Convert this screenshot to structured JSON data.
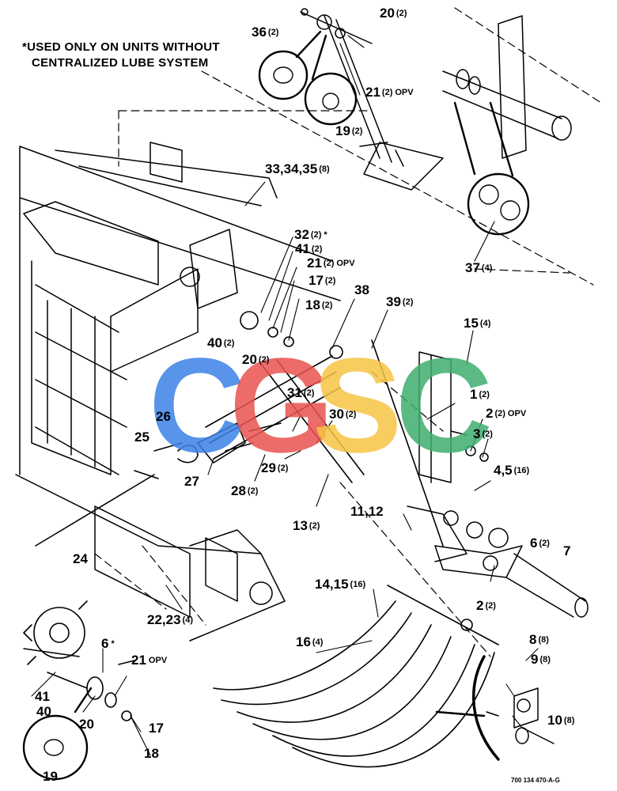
{
  "note": {
    "line1": "*USED ONLY ON UNITS WITHOUT",
    "line2": "CENTRALIZED LUBE SYSTEM"
  },
  "callouts": [
    {
      "id": "c20a",
      "text": "20",
      "qty": "(2)",
      "suffix": ""
    },
    {
      "id": "c36",
      "text": "36",
      "qty": "(2)",
      "suffix": ""
    },
    {
      "id": "c21a",
      "text": "21",
      "qty": "(2)",
      "suffix": "OPV"
    },
    {
      "id": "c19a",
      "text": "19",
      "qty": "(2)",
      "suffix": ""
    },
    {
      "id": "c33",
      "text": "33,34,35",
      "qty": "(8)",
      "suffix": ""
    },
    {
      "id": "c32",
      "text": "32",
      "qty": "(2)",
      "suffix": "*"
    },
    {
      "id": "c41a",
      "text": "41",
      "qty": "(2)",
      "suffix": ""
    },
    {
      "id": "c21b",
      "text": "21",
      "qty": "(2)",
      "suffix": "OPV"
    },
    {
      "id": "c17a",
      "text": "17",
      "qty": "(2)",
      "suffix": ""
    },
    {
      "id": "c37",
      "text": "37",
      "qty": "(4)",
      "suffix": ""
    },
    {
      "id": "c18a",
      "text": "18",
      "qty": "(2)",
      "suffix": ""
    },
    {
      "id": "c38",
      "text": "38",
      "qty": "",
      "suffix": ""
    },
    {
      "id": "c39",
      "text": "39",
      "qty": "(2)",
      "suffix": ""
    },
    {
      "id": "c15",
      "text": "15",
      "qty": "(4)",
      "suffix": ""
    },
    {
      "id": "c40a",
      "text": "40",
      "qty": "(2)",
      "suffix": ""
    },
    {
      "id": "c20b",
      "text": "20",
      "qty": "(2)",
      "suffix": ""
    },
    {
      "id": "c1",
      "text": "1",
      "qty": "(2)",
      "suffix": ""
    },
    {
      "id": "c31",
      "text": "31",
      "qty": "(2)",
      "suffix": ""
    },
    {
      "id": "c26",
      "text": "26",
      "qty": "",
      "suffix": ""
    },
    {
      "id": "c30",
      "text": "30",
      "qty": "(2)",
      "suffix": ""
    },
    {
      "id": "c2a",
      "text": "2",
      "qty": "(2)",
      "suffix": "OPV"
    },
    {
      "id": "c25",
      "text": "25",
      "qty": "",
      "suffix": ""
    },
    {
      "id": "c3",
      "text": "3",
      "qty": "(2)",
      "suffix": ""
    },
    {
      "id": "c29",
      "text": "29",
      "qty": "(2)",
      "suffix": ""
    },
    {
      "id": "c45",
      "text": "4,5",
      "qty": "(16)",
      "suffix": ""
    },
    {
      "id": "c27",
      "text": "27",
      "qty": "",
      "suffix": ""
    },
    {
      "id": "c28",
      "text": "28",
      "qty": "(2)",
      "suffix": ""
    },
    {
      "id": "c13",
      "text": "13",
      "qty": "(2)",
      "suffix": ""
    },
    {
      "id": "c1112",
      "text": "11,12",
      "qty": "",
      "suffix": ""
    },
    {
      "id": "c6a",
      "text": "6",
      "qty": "(2)",
      "suffix": ""
    },
    {
      "id": "c7",
      "text": "7",
      "qty": "",
      "suffix": ""
    },
    {
      "id": "c24",
      "text": "24",
      "qty": "",
      "suffix": ""
    },
    {
      "id": "c1415",
      "text": "14,15",
      "qty": "(16)",
      "suffix": ""
    },
    {
      "id": "c2b",
      "text": "2",
      "qty": "(2)",
      "suffix": ""
    },
    {
      "id": "c2223",
      "text": "22,23",
      "qty": "(4)",
      "suffix": ""
    },
    {
      "id": "c16",
      "text": "16",
      "qty": "(4)",
      "suffix": ""
    },
    {
      "id": "c8",
      "text": "8",
      "qty": "(8)",
      "suffix": ""
    },
    {
      "id": "c6b",
      "text": "6",
      "qty": "",
      "suffix": "*"
    },
    {
      "id": "c21c",
      "text": "21",
      "qty": "",
      "suffix": "OPV"
    },
    {
      "id": "c9",
      "text": "9",
      "qty": "(8)",
      "suffix": ""
    },
    {
      "id": "c41b",
      "text": "41",
      "qty": "",
      "suffix": ""
    },
    {
      "id": "c40b",
      "text": "40",
      "qty": "",
      "suffix": ""
    },
    {
      "id": "c20c",
      "text": "20",
      "qty": "",
      "suffix": ""
    },
    {
      "id": "c17b",
      "text": "17",
      "qty": "",
      "suffix": ""
    },
    {
      "id": "c10",
      "text": "10",
      "qty": "(8)",
      "suffix": ""
    },
    {
      "id": "c18b",
      "text": "18",
      "qty": "",
      "suffix": ""
    },
    {
      "id": "c19b",
      "text": "19",
      "qty": "",
      "suffix": ""
    }
  ],
  "drawing_code": "700 134 470-A-G",
  "watermark": {
    "letters": [
      "C",
      "G",
      "S",
      "C"
    ],
    "colors": [
      "#3b82e6",
      "#e8534f",
      "#f6c545",
      "#3fae6e"
    ]
  }
}
